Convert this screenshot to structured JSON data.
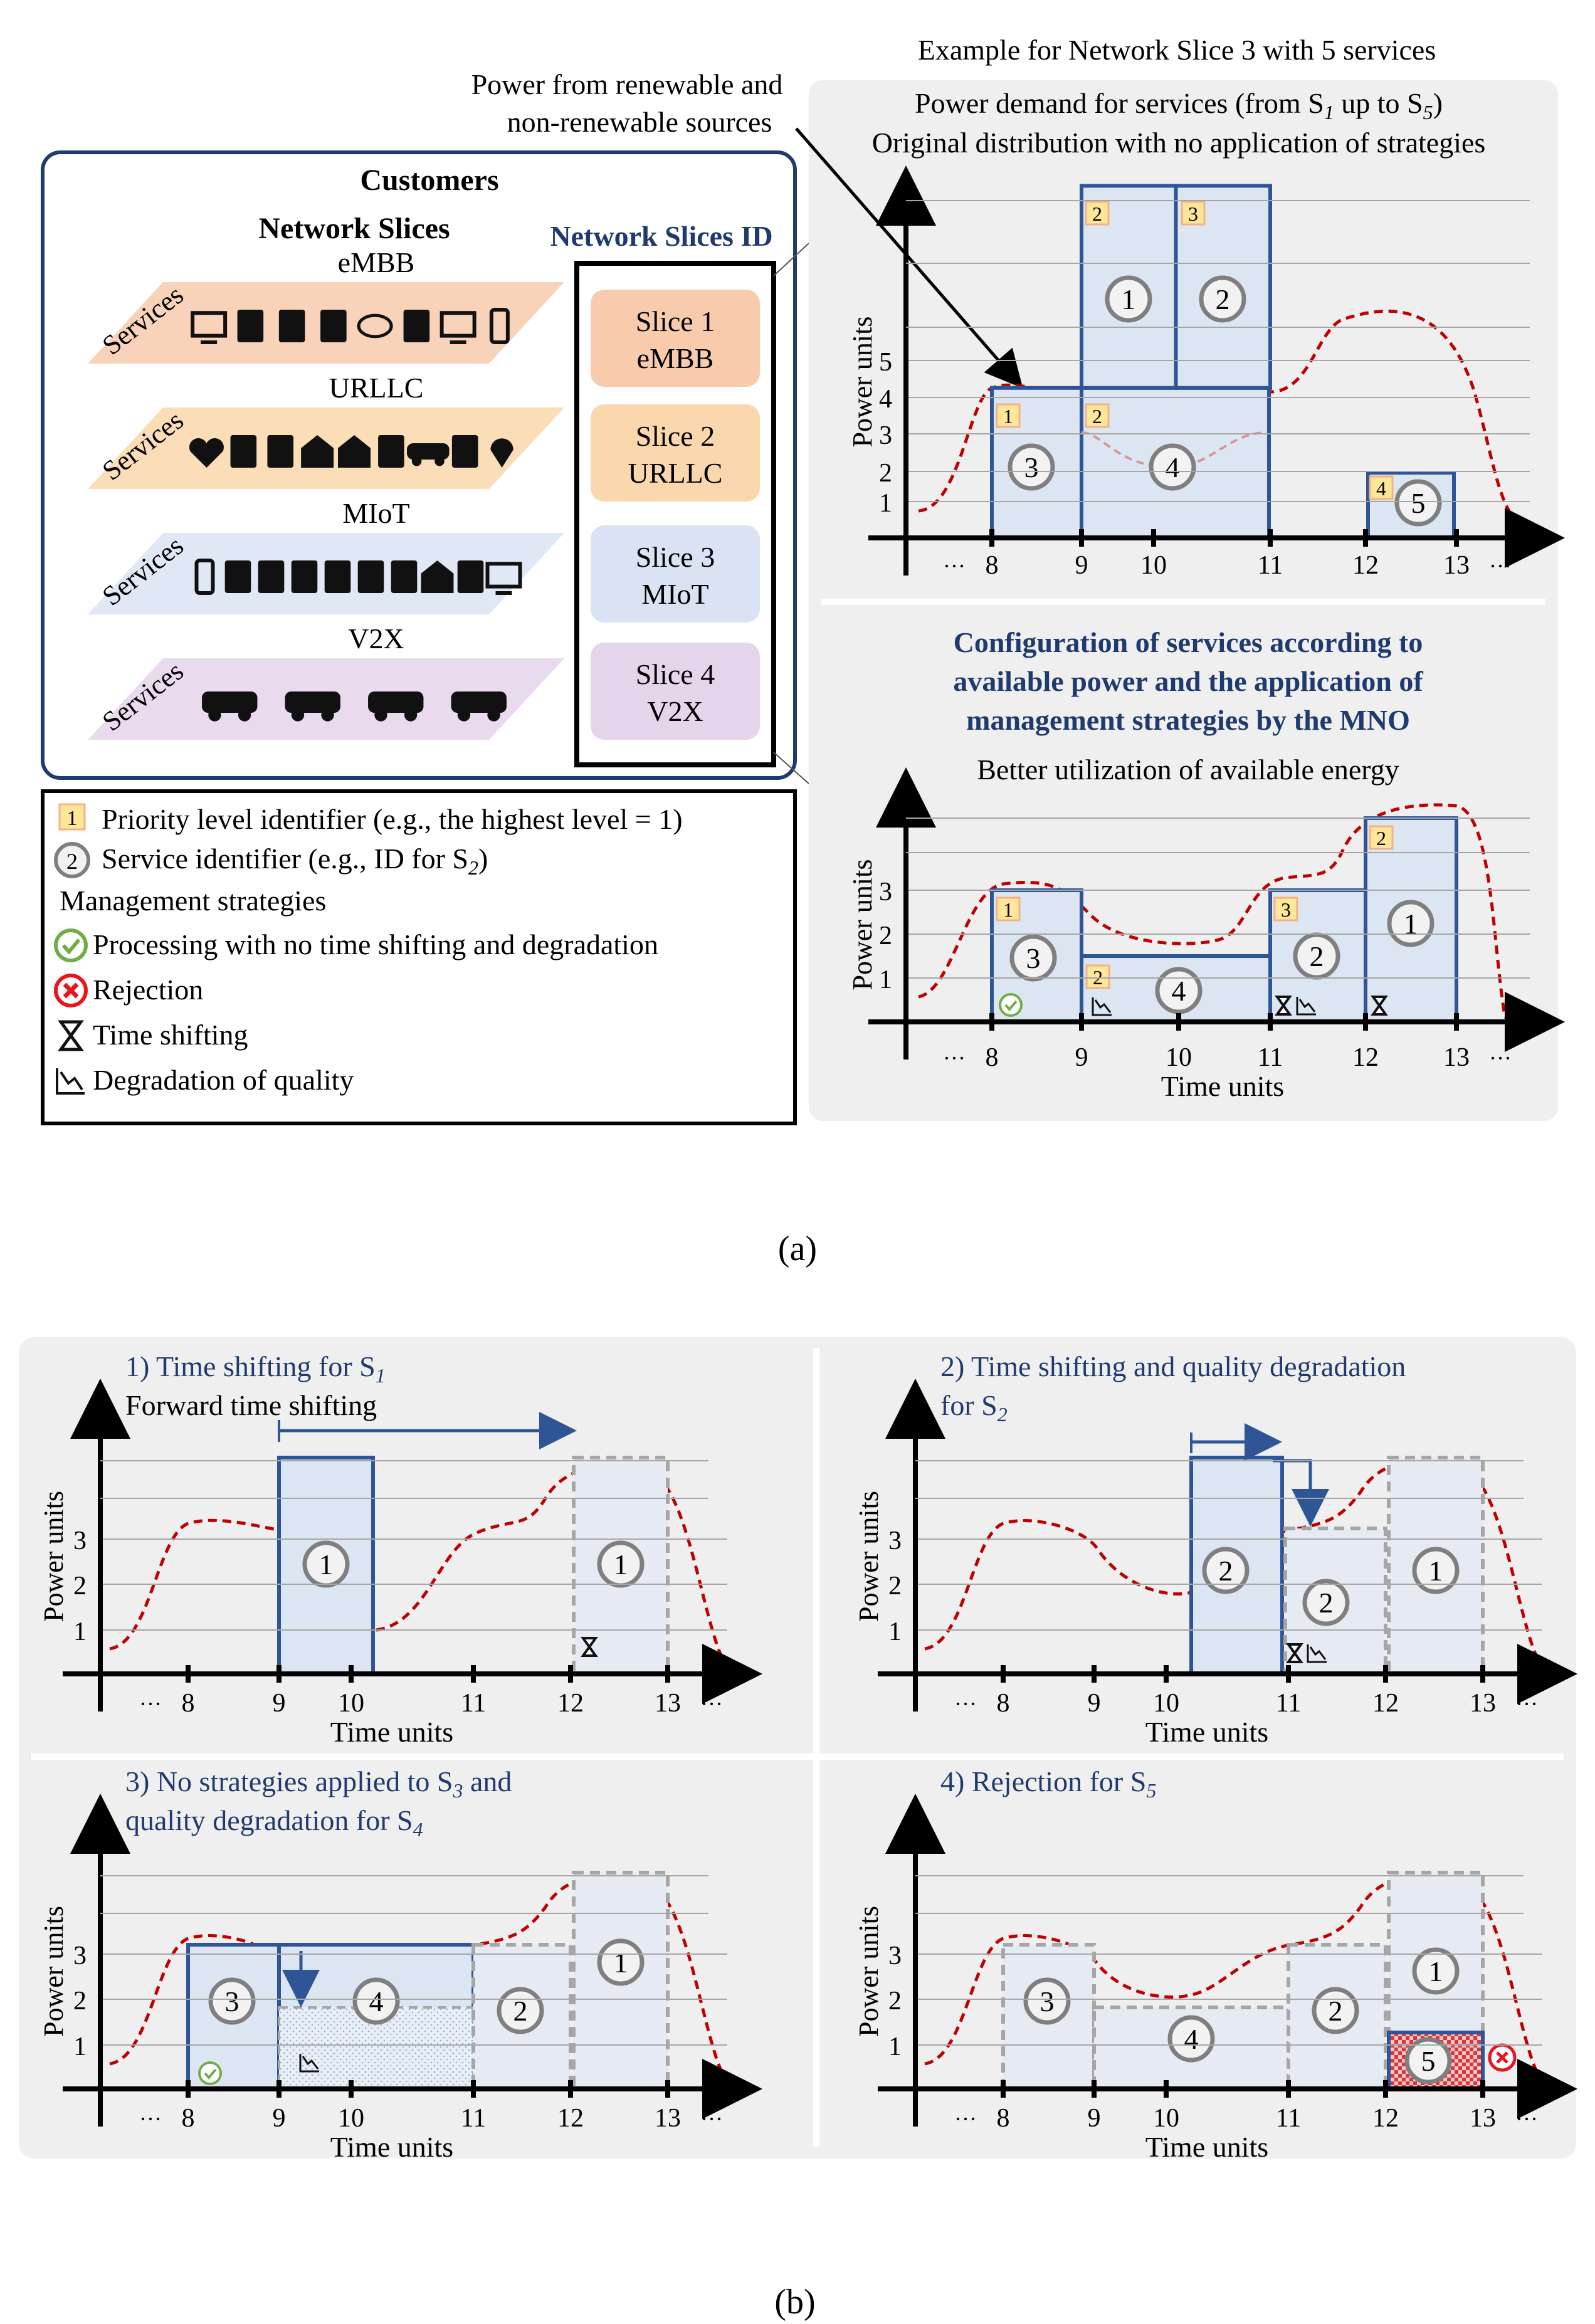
{
  "colors": {
    "navy": "#1F3A6E",
    "blue_fill": "#DCE6F2",
    "blue_stroke": "#2F5597",
    "red_curve": "#C00000",
    "panel_bg": "#EFEFEF",
    "badge_fill": "#FFE699",
    "badge_stroke": "#F4B183",
    "slice_embb": "#F8CBAD",
    "slice_urllc": "#FAD7AC",
    "slice_miot": "#DAE3F3",
    "slice_v2x": "#E5D5EA",
    "green": "#70AD47",
    "reject_red": "#E8141E"
  },
  "part_a": {
    "header": "Example  for Network Slice 3 with 5 services",
    "arrow_note_line1": "Power from renewable and",
    "arrow_note_line2": "non-renewable sources",
    "customers": "Customers",
    "network_slices": "Network Slices",
    "network_slices_id": "Network Slices ID",
    "services_label": "Services",
    "slices": [
      {
        "name": "eMBB",
        "id_line1": "Slice 1",
        "id_line2": "eMBB"
      },
      {
        "name": "URLLC",
        "id_line1": "Slice 2",
        "id_line2": "URLLC"
      },
      {
        "name": "MIoT",
        "id_line1": "Slice 3",
        "id_line2": "MIoT"
      },
      {
        "name": "V2X",
        "id_line1": "Slice 4",
        "id_line2": "V2X"
      }
    ],
    "legend": {
      "priority_badge": "1",
      "priority_text": "Priority level identifier  (e.g., the highest level = 1)",
      "service_badge": "2",
      "service_text": "Service identifier  (e.g., ID for S",
      "service_sub": "2",
      "strategies_title": "Management  strategies",
      "items": [
        {
          "icon": "check-icon",
          "text": "Processing with no time shifting and degradation"
        },
        {
          "icon": "reject-icon",
          "text": "Rejection"
        },
        {
          "icon": "hourglass-icon",
          "text": "Time  shifting"
        },
        {
          "icon": "degradation-icon",
          "text": "Degradation  of quality"
        }
      ]
    },
    "chart1": {
      "title_line1": "Power demand for services (from S",
      "title_line1_sub": "1",
      "title_line1_mid": " up to S",
      "title_line1_sub2": "5",
      "title_line1_end": ")",
      "title_line2": "Original distribution  with no application  of strategies",
      "ylabel": "Power units",
      "yticks": [
        "1",
        "2",
        "3",
        "4",
        "5"
      ],
      "xticks": [
        "8",
        "9",
        "10",
        "11",
        "12",
        "13"
      ],
      "dots": "···"
    },
    "chart2": {
      "title_line1": "Configuration of services according to",
      "title_line2": "available power and the application of",
      "title_line3": "management strategies by the MNO",
      "subtitle": "Better utilization  of available energy",
      "ylabel": "Power units",
      "xlabel": "Time  units",
      "yticks": [
        "1",
        "2",
        "3"
      ],
      "xticks": [
        "8",
        "9",
        "10",
        "11",
        "12",
        "13"
      ],
      "dots": "···"
    },
    "caption": "(a)"
  },
  "part_b": {
    "caption": "(b)",
    "panels": [
      {
        "title": "1) Time shifting for S",
        "title_sub": "1",
        "title_end": "",
        "title2": "Forward time shifting",
        "title2_sub": "",
        "title2_end": "",
        "ylabel": "Power units",
        "xlabel": "Time  units",
        "yticks": [
          "1",
          "2",
          "3"
        ],
        "xticks": [
          "8",
          "9",
          "10",
          "11",
          "12",
          "13"
        ],
        "dots": "···"
      },
      {
        "title": "2) Time  shifting and quality  degradation",
        "title_sub": "",
        "title_end": "",
        "title2": "for S",
        "title2_sub": "2",
        "title2_end": "",
        "ylabel": "Power units",
        "xlabel": "Time  units",
        "yticks": [
          "1",
          "2",
          "3"
        ],
        "xticks": [
          "8",
          "9",
          "10",
          "11",
          "12",
          "13"
        ],
        "dots": "···"
      },
      {
        "title": "3) No strategies applied to S",
        "title_sub": "3",
        "title_end": " and",
        "title2": "quality  degradation  for S",
        "title2_sub": "4",
        "title2_end": "",
        "ylabel": "Power units",
        "xlabel": "Time  units",
        "yticks": [
          "1",
          "2",
          "3"
        ],
        "xticks": [
          "8",
          "9",
          "10",
          "11",
          "12",
          "13"
        ],
        "dots": "···"
      },
      {
        "title": "4) Rejection  for S",
        "title_sub": "5",
        "title_end": "",
        "title2": "",
        "title2_sub": "",
        "title2_end": "",
        "ylabel": "Power units",
        "xlabel": "Time  units",
        "yticks": [
          "1",
          "2",
          "3"
        ],
        "xticks": [
          "8",
          "9",
          "10",
          "11",
          "12",
          "13"
        ],
        "dots": "···"
      }
    ]
  },
  "badges": {
    "b1": "1",
    "b2": "2",
    "b3": "3",
    "b4": "4",
    "b5": "5"
  }
}
